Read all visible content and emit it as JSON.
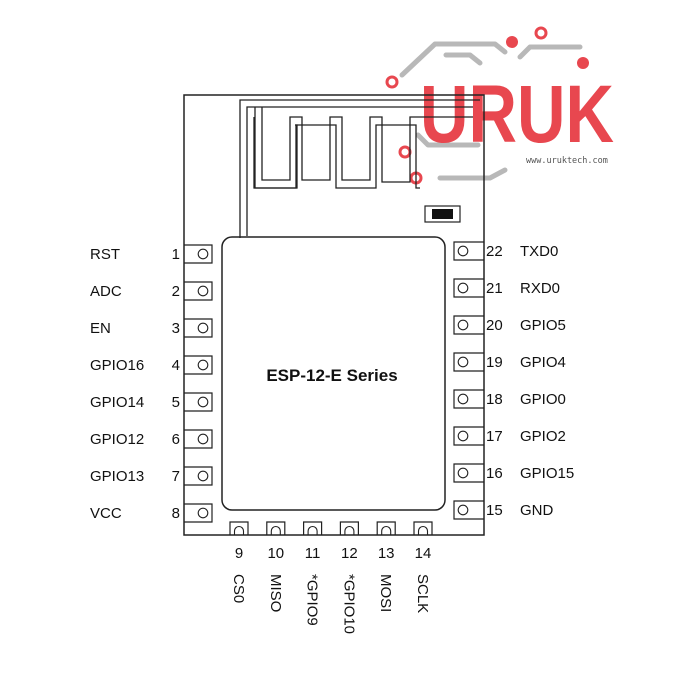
{
  "module_title": "ESP-12-E Series",
  "brand": {
    "name": "URUK",
    "website": "www.uruktech.com",
    "color_red": "#e8474f",
    "color_gray": "#b0b0b0"
  },
  "left_pins": [
    {
      "num": "1",
      "label": "RST"
    },
    {
      "num": "2",
      "label": "ADC"
    },
    {
      "num": "3",
      "label": "EN"
    },
    {
      "num": "4",
      "label": "GPIO16"
    },
    {
      "num": "5",
      "label": "GPIO14"
    },
    {
      "num": "6",
      "label": "GPIO12"
    },
    {
      "num": "7",
      "label": "GPIO13"
    },
    {
      "num": "8",
      "label": "VCC"
    }
  ],
  "right_pins": [
    {
      "num": "22",
      "label": "TXD0"
    },
    {
      "num": "21",
      "label": "RXD0"
    },
    {
      "num": "20",
      "label": "GPIO5"
    },
    {
      "num": "19",
      "label": "GPIO4"
    },
    {
      "num": "18",
      "label": "GPIO0"
    },
    {
      "num": "17",
      "label": "GPIO2"
    },
    {
      "num": "16",
      "label": "GPIO15"
    },
    {
      "num": "15",
      "label": "GND"
    }
  ],
  "bottom_pins": [
    {
      "num": "9",
      "label": "CS0"
    },
    {
      "num": "10",
      "label": "MISO"
    },
    {
      "num": "11",
      "label": "*GPIO9"
    },
    {
      "num": "12",
      "label": "*GPIO10"
    },
    {
      "num": "13",
      "label": "MOSI"
    },
    {
      "num": "14",
      "label": "SCLK"
    }
  ]
}
